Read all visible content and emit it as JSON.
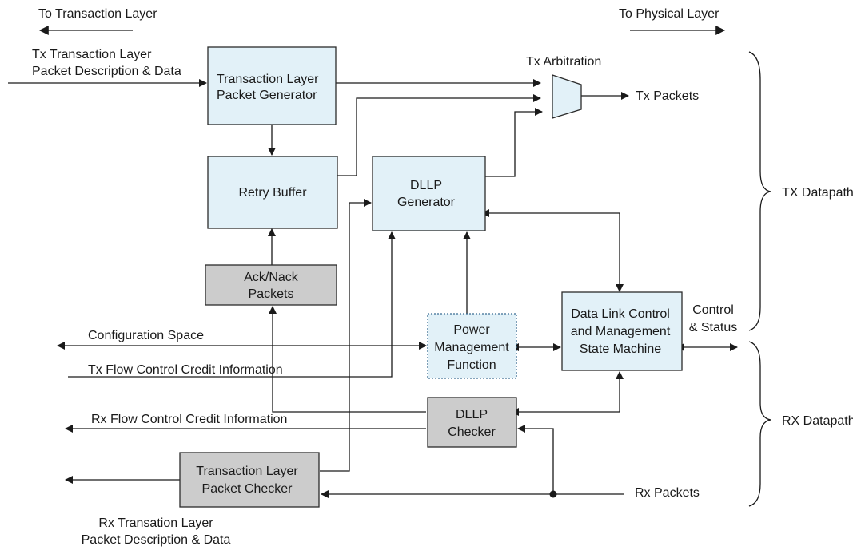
{
  "top": {
    "to_transaction_layer": "To Transaction Layer",
    "to_physical_layer": "To Physical Layer"
  },
  "inputs": {
    "tx_tl_line1": "Tx Transaction Layer",
    "tx_tl_line2": "Packet Description & Data",
    "configuration_space": "Configuration Space",
    "tx_flow_control": "Tx Flow Control Credit Information",
    "rx_flow_control": "Rx Flow Control Credit Information",
    "rx_tl_line1": "Rx Transation Layer",
    "rx_tl_line2": "Packet Description & Data"
  },
  "blocks": {
    "tlp_generator": [
      "Transaction Layer",
      "Packet Generator"
    ],
    "retry_buffer": [
      "Retry Buffer"
    ],
    "ack_nack": [
      "Ack/Nack",
      "Packets"
    ],
    "dllp_generator": [
      "DLLP",
      "Generator"
    ],
    "power_management": [
      "Power",
      "Management",
      "Function"
    ],
    "dl_control": [
      "Data Link Control",
      "and Management",
      "State Machine"
    ],
    "dllp_checker": [
      "DLLP",
      "Checker"
    ],
    "tlp_checker": [
      "Transaction Layer",
      "Packet Checker"
    ]
  },
  "labels": {
    "tx_arbitration": "Tx Arbitration",
    "tx_packets": "Tx Packets",
    "control_status_line1": "Control",
    "control_status_line2": "& Status",
    "rx_packets": "Rx Packets",
    "tx_datapath": "TX Datapath",
    "rx_datapath": "RX Datapath"
  }
}
